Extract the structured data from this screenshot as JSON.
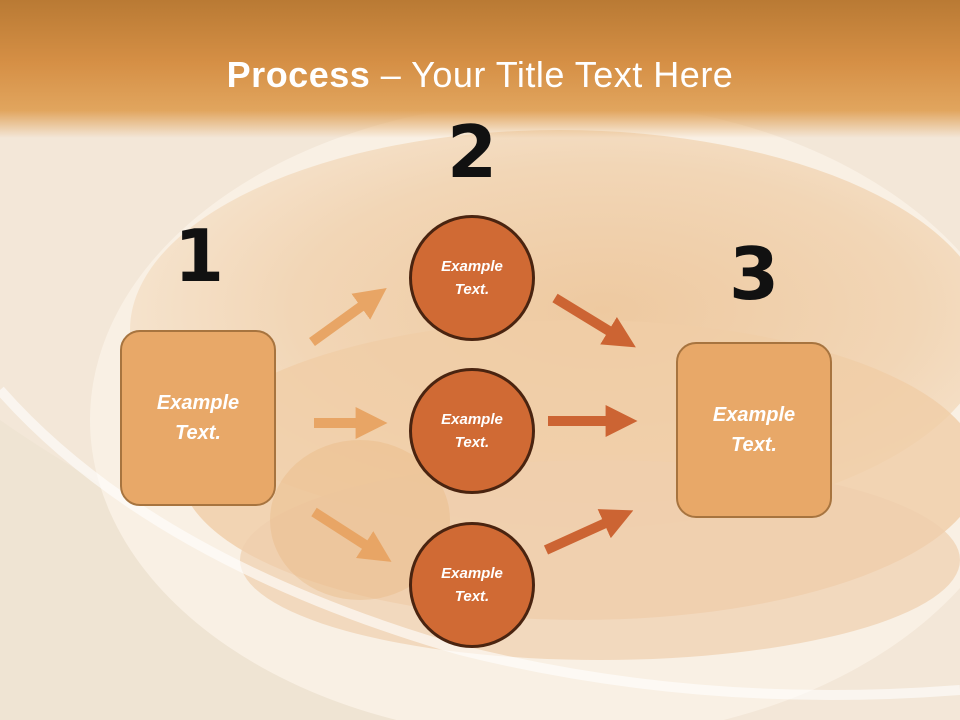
{
  "title": {
    "bold": "Process",
    "rest": " – Your Title Text Here"
  },
  "steps": {
    "one": {
      "number": "1",
      "line1": "Example",
      "line2": "Text."
    },
    "two": {
      "number": "2"
    },
    "three": {
      "number": "3",
      "line1": "Example",
      "line2": "Text."
    }
  },
  "circles": [
    {
      "line1": "Example",
      "line2": "Text."
    },
    {
      "line1": "Example",
      "line2": "Text."
    },
    {
      "line1": "Example",
      "line2": "Text."
    }
  ],
  "colors": {
    "box_fill": "#e8a868",
    "circle_fill": "#d06a34",
    "arrow_light": "#e8a565",
    "arrow_dark": "#cc6433",
    "header": "#d58f45"
  }
}
